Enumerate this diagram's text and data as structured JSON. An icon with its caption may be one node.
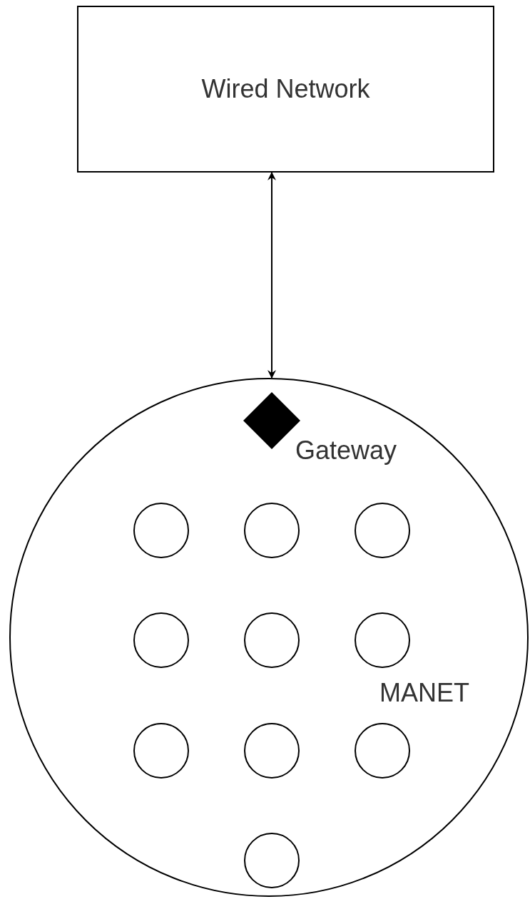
{
  "diagram": {
    "nodes": [
      {
        "text": [
          "Wired Network"
        ]
      },
      {
        "text": [
          "MANET"
        ]
      },
      {
        "text": [],
        "shape": "diamond",
        "in": 1,
        "beside": [
          "Gateway"
        ]
      },
      {
        "text": [],
        "shape": "circle",
        "in": 1
      },
      {
        "text": [],
        "shape": "circle",
        "in": 1
      },
      {
        "text": [],
        "shape": "circle",
        "in": 1
      },
      {
        "text": [],
        "shape": "circle",
        "in": 1
      },
      {
        "text": [],
        "shape": "circle",
        "in": 1
      },
      {
        "text": [],
        "shape": "circle",
        "in": 1
      },
      {
        "text": [],
        "shape": "circle",
        "in": 1
      },
      {
        "text": [],
        "shape": "circle",
        "in": 1
      },
      {
        "text": [],
        "shape": "circle",
        "in": 1
      },
      {
        "text": [],
        "shape": "circle",
        "in": 1
      }
    ],
    "edges": [
      {
        "from": 0,
        "to": 1,
        "arrow": "both"
      }
    ]
  }
}
